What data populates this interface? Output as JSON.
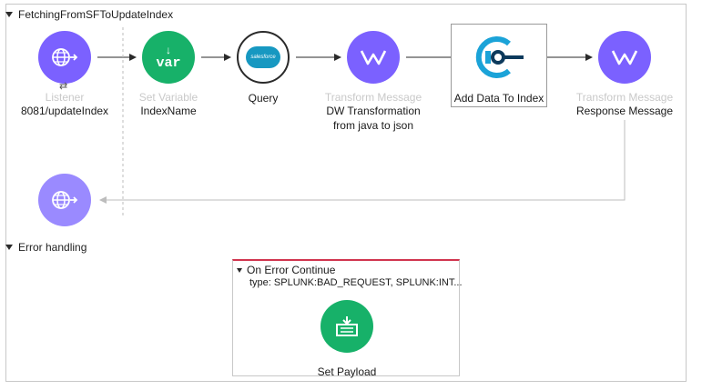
{
  "flow": {
    "name": "FetchingFromSFToUpdateIndex",
    "error_section_label": "Error handling"
  },
  "nodes": {
    "listener": {
      "type": "Listener",
      "name": "8081/updateIndex",
      "icon": "globe-arrow-icon"
    },
    "set_variable": {
      "type": "Set Variable",
      "name": "IndexName",
      "icon_text": "var"
    },
    "query": {
      "type": "",
      "name": "Query",
      "icon_text": "salesforce"
    },
    "transform1": {
      "type": "Transform Message",
      "name_line1": "DW Transformation",
      "name_line2": "from java to json"
    },
    "add_data": {
      "type": "",
      "name": "Add Data To Index"
    },
    "transform2": {
      "type": "Transform Message",
      "name": "Response Message"
    }
  },
  "error_handler": {
    "title": "On Error Continue",
    "type_text": "type: SPLUNK:BAD_REQUEST, SPLUNK:INT...",
    "set_payload": {
      "name": "Set Payload"
    }
  },
  "colors": {
    "purple": "#7b61ff",
    "green": "#17b169",
    "error_accent": "#d1344e",
    "splunk_cyan": "#1ba3d8"
  }
}
